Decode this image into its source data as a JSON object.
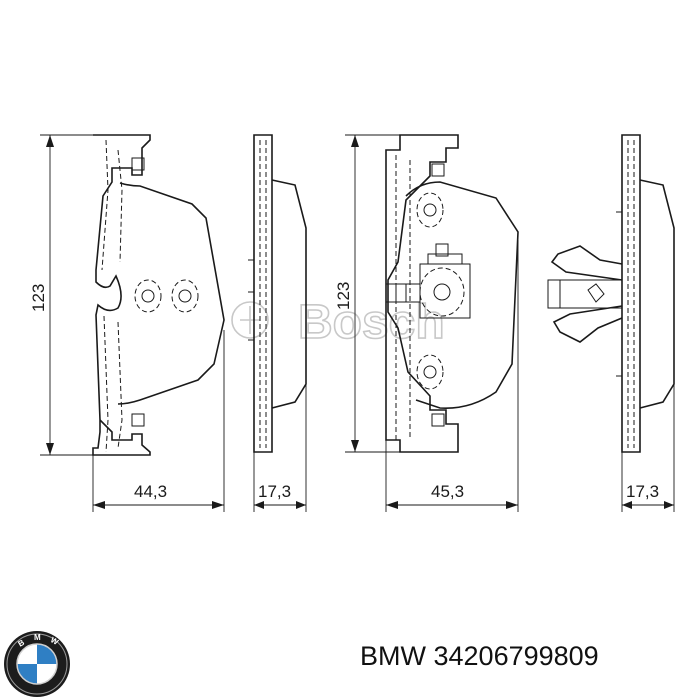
{
  "dimensions": {
    "height_left": "123",
    "height_right": "123",
    "width_left": "44,3",
    "thickness_left": "17,3",
    "width_right": "45,3",
    "thickness_right": "17,3"
  },
  "watermark": "Bosch",
  "part": {
    "brand": "BMW",
    "number": "34206799809"
  },
  "icons": {
    "logo": "bmw-roundel-icon",
    "watermark_logo": "bosch-armature-icon"
  }
}
